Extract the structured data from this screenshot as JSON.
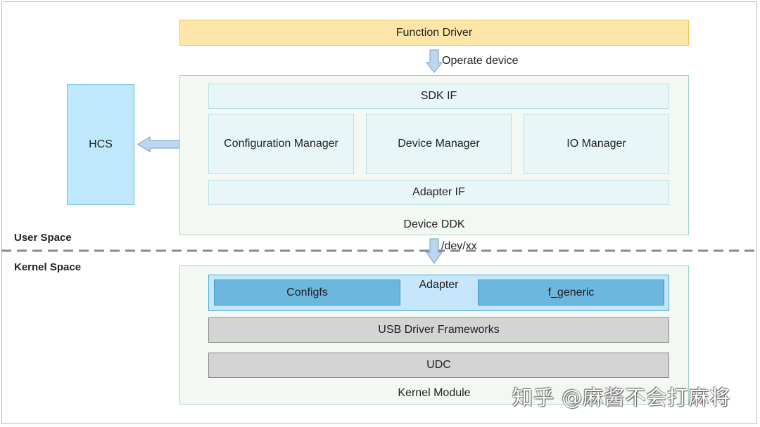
{
  "function_driver": "Function Driver",
  "operate_device": "Operate device",
  "hcs": "HCS",
  "sdk_if": "SDK IF",
  "configuration_manager": "Configuration Manager",
  "device_manager": "Device Manager",
  "io_manager": "IO Manager",
  "adapter_if": "Adapter IF",
  "device_ddk": "Device DDK",
  "user_space": "User Space",
  "kernel_space": "Kernel Space",
  "dev_path": "/dev/xx",
  "adapter": "Adapter",
  "configfs": "Configfs",
  "f_generic": "f_generic",
  "usb_driver_frameworks": "USB Driver Frameworks",
  "udc": "UDC",
  "kernel_module": "Kernel Module",
  "watermark": "知乎 @麻酱不会打麻将",
  "colors": {
    "function_driver_fill": "#ffe6a8",
    "hcs_fill": "#bfe8fd",
    "ddk_border": "#9ed6c4",
    "blue_block": "#6cb7de",
    "gray_block": "#d4d4d4"
  }
}
